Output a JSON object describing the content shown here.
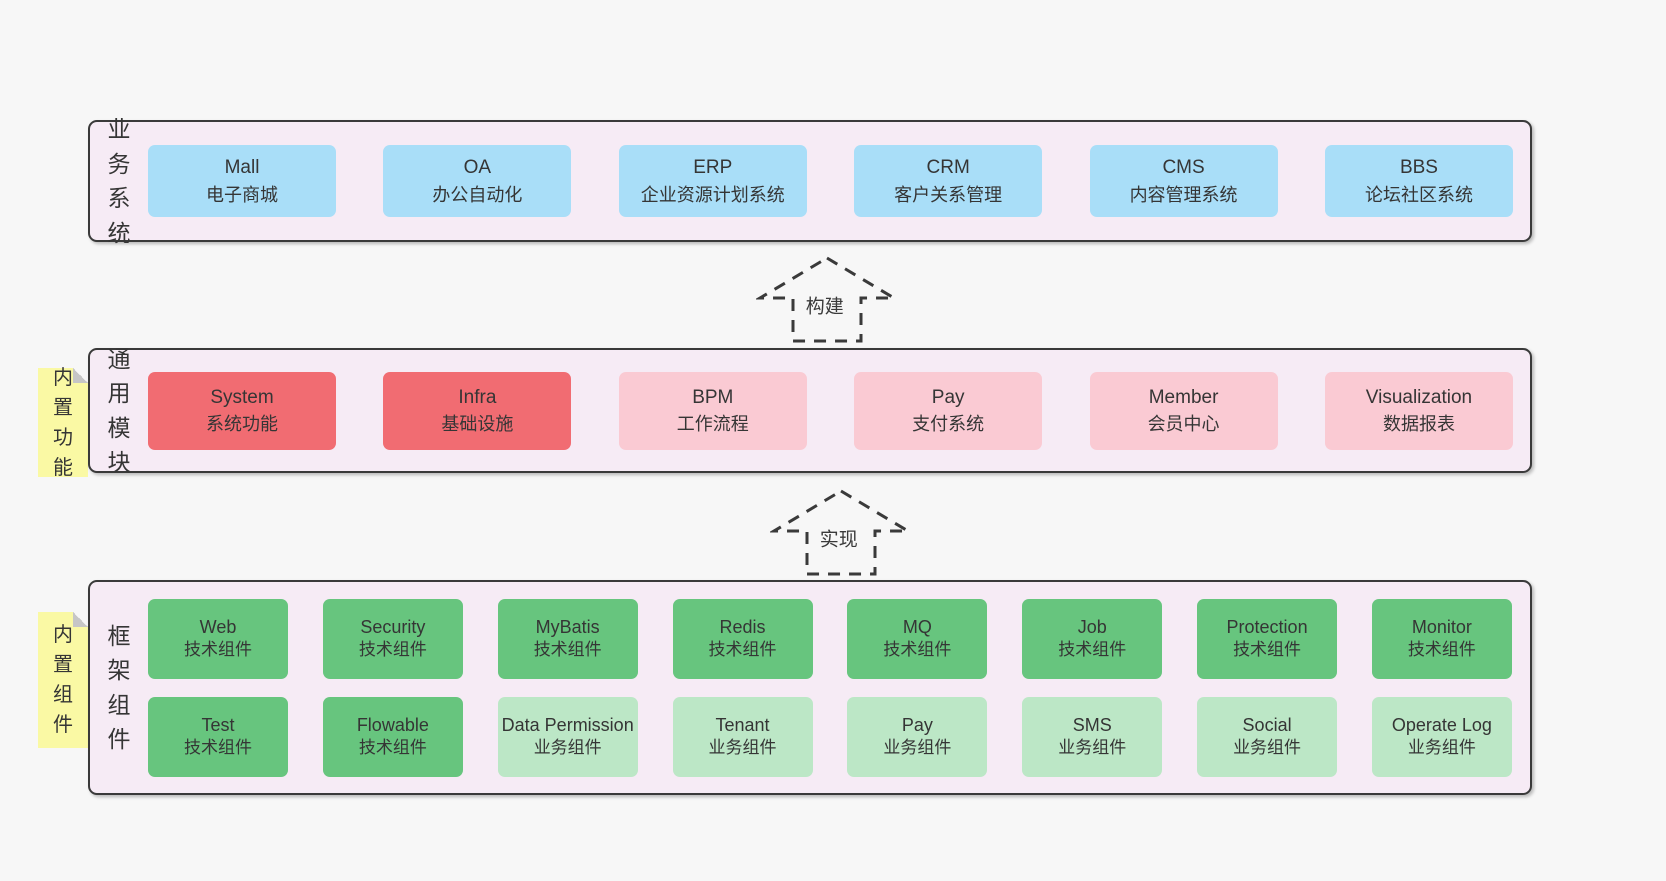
{
  "page": {
    "background": "#f7f7f7",
    "band_background": "#f6ebf5",
    "border_color": "#3a3a3a",
    "text_color": "#353535"
  },
  "colors": {
    "blue": "#a9def8",
    "red": "#f16c72",
    "pink": "#facad3",
    "green": "#67c57e",
    "lightgreen": "#bce7c6",
    "sticky_yellow": "#faf9a4"
  },
  "arrows": [
    {
      "label": "构建"
    },
    {
      "label": "实现"
    }
  ],
  "bands": [
    {
      "label": "业务系统",
      "boxes": [
        {
          "name": "Mall",
          "desc": "电子商城",
          "variant": "blue"
        },
        {
          "name": "OA",
          "desc": "办公自动化",
          "variant": "blue"
        },
        {
          "name": "ERP",
          "desc": "企业资源计划系统",
          "variant": "blue"
        },
        {
          "name": "CRM",
          "desc": "客户关系管理",
          "variant": "blue"
        },
        {
          "name": "CMS",
          "desc": "内容管理系统",
          "variant": "blue"
        },
        {
          "name": "BBS",
          "desc": "论坛社区系统",
          "variant": "blue"
        }
      ]
    },
    {
      "label": "通用模块",
      "sticky": "内置功能",
      "boxes": [
        {
          "name": "System",
          "desc": "系统功能",
          "variant": "red"
        },
        {
          "name": "Infra",
          "desc": "基础设施",
          "variant": "red"
        },
        {
          "name": "BPM",
          "desc": "工作流程",
          "variant": "pink"
        },
        {
          "name": "Pay",
          "desc": "支付系统",
          "variant": "pink"
        },
        {
          "name": "Member",
          "desc": "会员中心",
          "variant": "pink"
        },
        {
          "name": "Visualization",
          "desc": "数据报表",
          "variant": "pink"
        }
      ]
    },
    {
      "label": "框架组件",
      "sticky": "内置组件",
      "rows": [
        [
          {
            "name": "Web",
            "desc": "技术组件",
            "variant": "green"
          },
          {
            "name": "Security",
            "desc": "技术组件",
            "variant": "green"
          },
          {
            "name": "MyBatis",
            "desc": "技术组件",
            "variant": "green"
          },
          {
            "name": "Redis",
            "desc": "技术组件",
            "variant": "green"
          },
          {
            "name": "MQ",
            "desc": "技术组件",
            "variant": "green"
          },
          {
            "name": "Job",
            "desc": "技术组件",
            "variant": "green"
          },
          {
            "name": "Protection",
            "desc": "技术组件",
            "variant": "green"
          },
          {
            "name": "Monitor",
            "desc": "技术组件",
            "variant": "green"
          }
        ],
        [
          {
            "name": "Test",
            "desc": "技术组件",
            "variant": "green"
          },
          {
            "name": "Flowable",
            "desc": "技术组件",
            "variant": "green"
          },
          {
            "name": "Data Permission",
            "desc": "业务组件",
            "variant": "lightgreen"
          },
          {
            "name": "Tenant",
            "desc": "业务组件",
            "variant": "lightgreen"
          },
          {
            "name": "Pay",
            "desc": "业务组件",
            "variant": "lightgreen"
          },
          {
            "name": "SMS",
            "desc": "业务组件",
            "variant": "lightgreen"
          },
          {
            "name": "Social",
            "desc": "业务组件",
            "variant": "lightgreen"
          },
          {
            "name": "Operate Log",
            "desc": "业务组件",
            "variant": "lightgreen"
          }
        ]
      ]
    }
  ]
}
